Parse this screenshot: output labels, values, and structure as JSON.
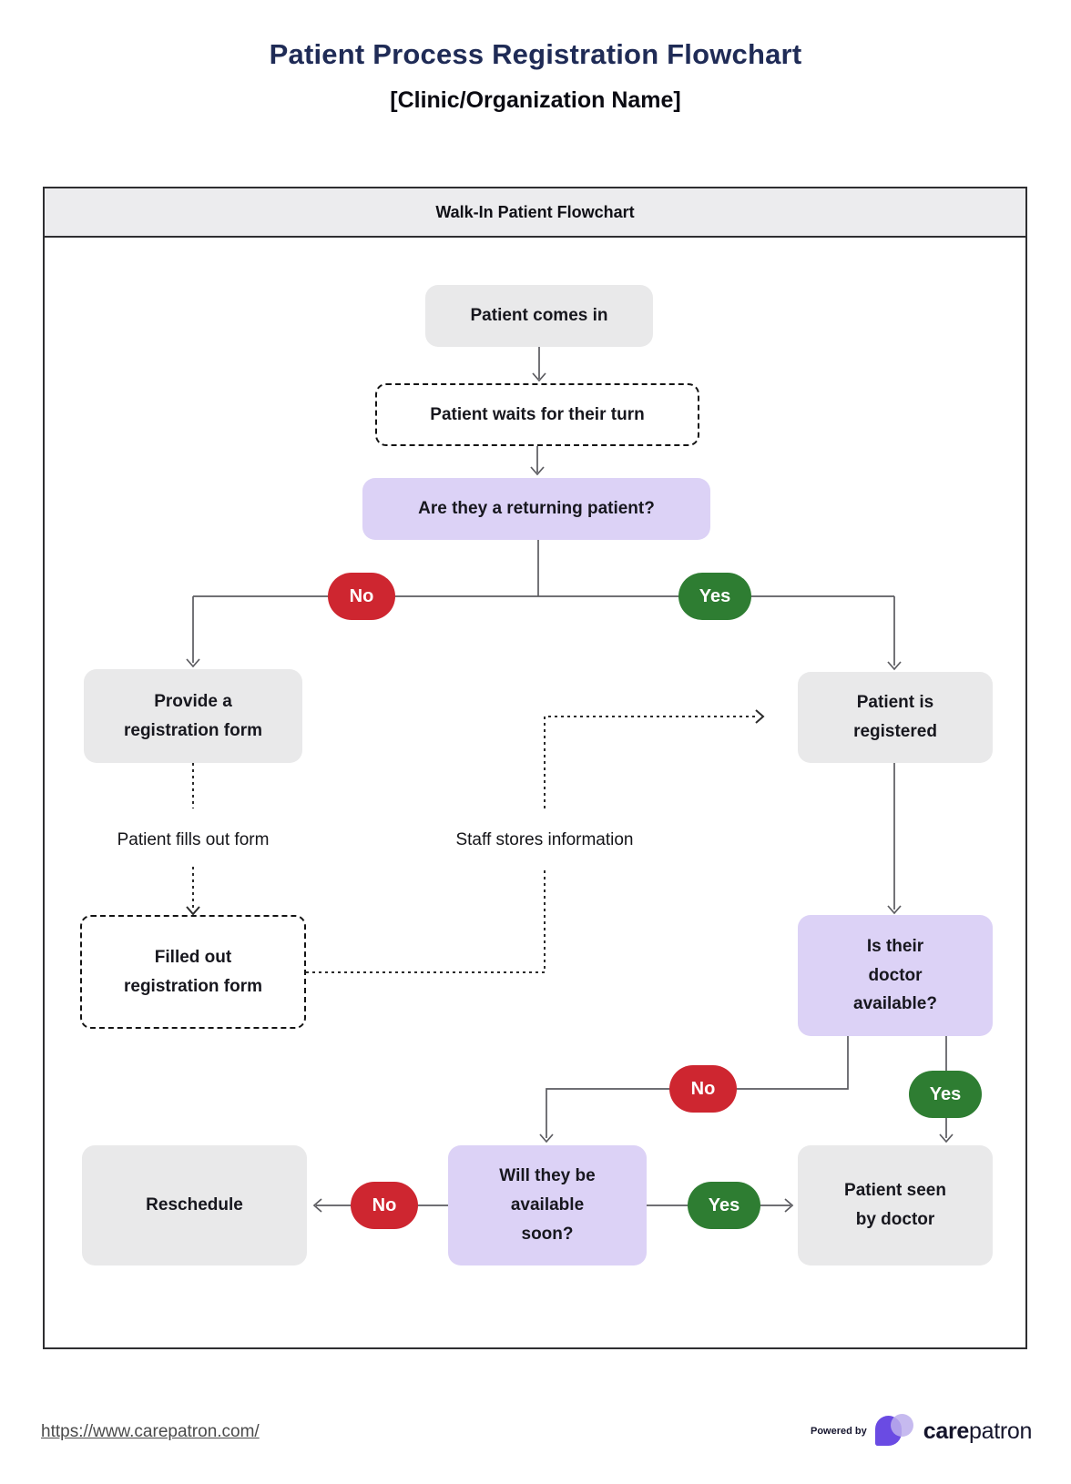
{
  "title": "Patient Process Registration Flowchart",
  "subtitle": "[Clinic/Organization Name]",
  "panel": {
    "header": "Walk-In Patient Flowchart"
  },
  "colors": {
    "title_navy": "#1F2B56",
    "node_gray": "#E9E9EA",
    "node_purple": "#DCD2F6",
    "no_red": "#CE2630",
    "yes_green": "#2E7D32",
    "brand_purple": "#6A4BE3",
    "brand_lavender": "#BCAEEC"
  },
  "nodes": {
    "patient_comes_in": {
      "label": "Patient comes in",
      "type": "process"
    },
    "patient_waits": {
      "label": "Patient waits for their turn",
      "type": "dashed"
    },
    "returning_patient": {
      "label": "Are they a returning patient?",
      "type": "decision"
    },
    "provide_form": {
      "label": [
        "Provide a",
        "registration form"
      ],
      "type": "process"
    },
    "patient_registered": {
      "label": [
        "Patient is",
        "registered"
      ],
      "type": "process"
    },
    "filled_form": {
      "label": [
        "Filled out",
        "registration form"
      ],
      "type": "dashed"
    },
    "is_doctor_available": {
      "label": [
        "Is their",
        "doctor",
        "available?"
      ],
      "type": "decision"
    },
    "will_available_soon": {
      "label": [
        "Will they be",
        "available",
        "soon?"
      ],
      "type": "decision"
    },
    "reschedule": {
      "label": "Reschedule",
      "type": "process"
    },
    "patient_seen": {
      "label": [
        "Patient seen",
        "by doctor"
      ],
      "type": "process"
    }
  },
  "edge_labels": {
    "top_no": "No",
    "top_yes": "Yes",
    "fills_form": "Patient fills out form",
    "staff_stores": "Staff stores information",
    "mid_no": "No",
    "mid_yes": "Yes",
    "bottom_no": "No",
    "bottom_yes": "Yes"
  },
  "footer": {
    "link": "https://www.carepatron.com/",
    "powered_by": "Powered by",
    "brand_bold": "care",
    "brand_regular": "patron"
  }
}
